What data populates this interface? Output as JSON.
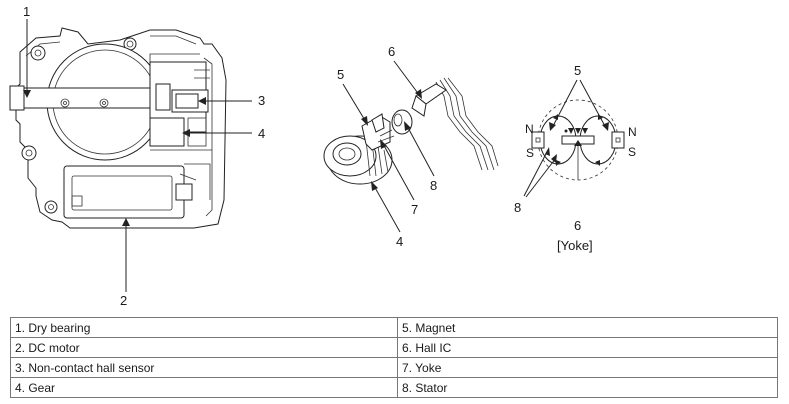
{
  "callouts": {
    "c1": "1",
    "c2": "2",
    "c3": "3",
    "c4": "4",
    "m4": "4",
    "m5": "5",
    "m6": "6",
    "m7": "7",
    "m8": "8",
    "r5": "5",
    "r6": "6",
    "r8": "8",
    "n_left": "N",
    "s_left": "S",
    "n_right": "N",
    "s_right": "S",
    "yoke": "[Yoke]"
  },
  "legend": [
    {
      "left": "1. Dry bearing",
      "right": "5. Magnet"
    },
    {
      "left": "2. DC motor",
      "right": "6. Hall IC"
    },
    {
      "left": "3. Non-contact hall sensor",
      "right": "7. Yoke"
    },
    {
      "left": "4. Gear",
      "right": "8. Stator"
    }
  ]
}
